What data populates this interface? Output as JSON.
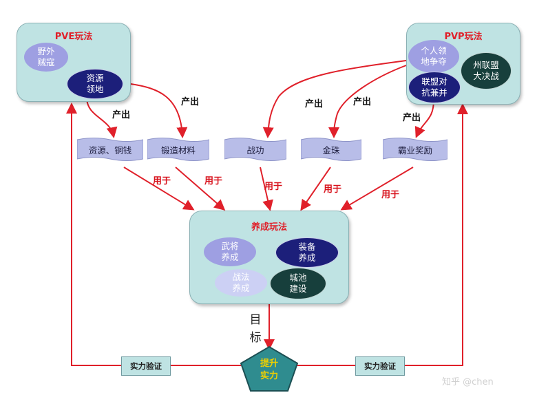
{
  "pve": {
    "title": "PVE玩法",
    "items": [
      "野外\n贼寇",
      "资源\n领地"
    ]
  },
  "pvp": {
    "title": "PVP玩法",
    "items": [
      "个人领\n地争夺",
      "联盟对\n抗兼并",
      "州联盟\n大决战"
    ]
  },
  "outputs": [
    "资源、铜钱",
    "锻造材料",
    "战功",
    "金珠",
    "霸业奖励"
  ],
  "labels": {
    "produce": "产出",
    "use": "用于",
    "target_chars": [
      "目",
      "标"
    ]
  },
  "growth": {
    "title": "养成玩法",
    "items": [
      "武将\n养成",
      "装备\n养成",
      "战法\n养成",
      "城池\n建设"
    ]
  },
  "goal": {
    "text": "提升\n实力"
  },
  "verify": {
    "left": "实力验证",
    "right": "实力验证"
  },
  "watermark": "知乎 @chen",
  "colors": {
    "box_fill": "#bfe3e3",
    "arrow": "#e0202a",
    "light_ellipse": "#9e9fe2",
    "dark_ellipse": "#1c1f7a",
    "teal_ellipse": "#173f3c",
    "goal_fill": "#2f8c8f"
  }
}
